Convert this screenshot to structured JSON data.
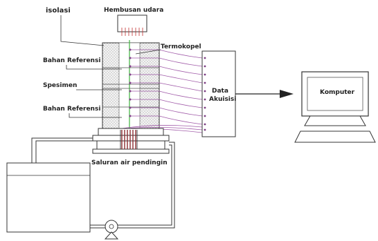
{
  "labels": {
    "isolasi": "isolasi",
    "hembusan_udara": "Hembusan udara",
    "termokopel": "Termokopel",
    "bahan_referensi_top": "Bahan Referensi",
    "spesimen": "Spesimen",
    "bahan_referensi_bottom": "Bahan Referensi",
    "data_akuisisi_line1": "Data",
    "data_akuisisi_line2": "Akuisisi",
    "komputer": "Komputer",
    "saluran_air_pendingin": "Saluran air pendingin"
  },
  "colors": {
    "wires": "#a05aa8",
    "center_line": "#3cb43c",
    "stroke": "#333333"
  }
}
